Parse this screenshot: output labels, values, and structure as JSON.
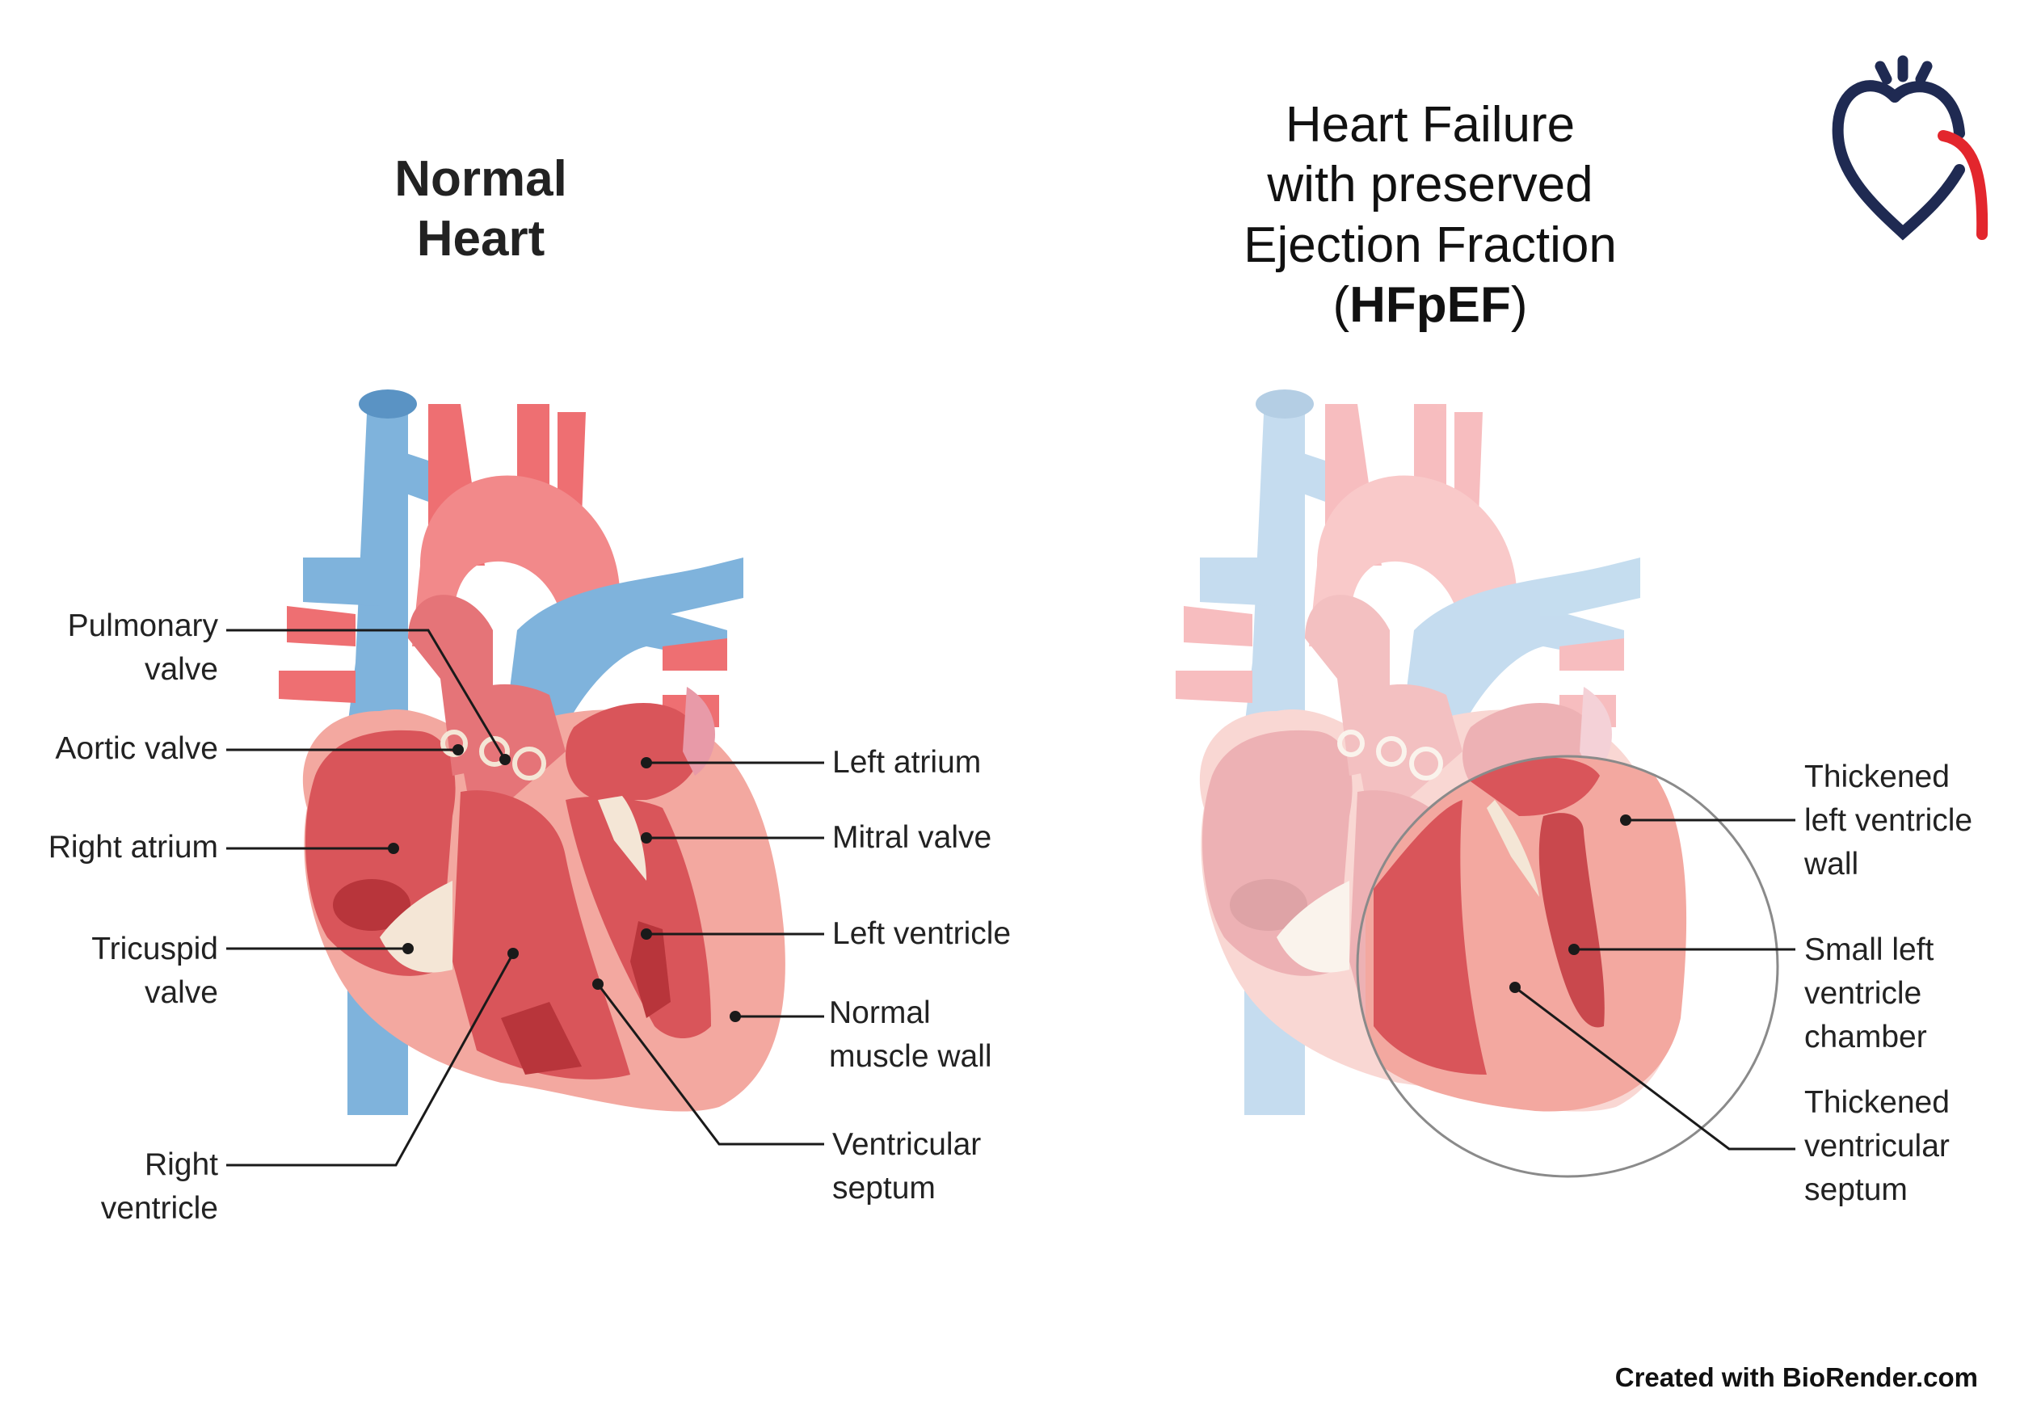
{
  "titles": {
    "normal": [
      "Normal",
      "Heart"
    ],
    "hfpef": [
      "Heart Failure",
      "with preserved",
      "Ejection Fraction",
      "(",
      "HFpEF",
      ")"
    ]
  },
  "normal_labels": {
    "pulmonary_valve": [
      "Pulmonary",
      "valve"
    ],
    "aortic_valve": [
      "Aortic valve"
    ],
    "right_atrium": [
      "Right atrium"
    ],
    "tricuspid_valve": [
      "Tricuspid",
      "valve"
    ],
    "right_ventricle": [
      "Right",
      "ventricle"
    ],
    "left_atrium": [
      "Left atrium"
    ],
    "mitral_valve": [
      "Mitral valve"
    ],
    "left_ventricle": [
      "Left ventricle"
    ],
    "normal_muscle_wall": [
      "Normal",
      "muscle wall"
    ],
    "ventricular_septum": [
      "Ventricular",
      "septum"
    ]
  },
  "hfpef_labels": {
    "thickened_lv_wall": [
      "Thickened",
      "left ventricle",
      "wall"
    ],
    "small_lv_chamber": [
      "Small left",
      "ventricle",
      "chamber"
    ],
    "thickened_septum": [
      "Thickened",
      "ventricular",
      "septum"
    ]
  },
  "credit": "Created with BioRender.com",
  "colors": {
    "vein_blue": "#7fb3dc",
    "artery_red": "#ee6f72",
    "myocardium": "#f3a8a0",
    "chamber": "#d9555a",
    "valve": "#f4e6d6",
    "logo_navy": "#1f2a52",
    "logo_red": "#e3262d"
  },
  "icons": [
    "heart-logo-icon"
  ]
}
